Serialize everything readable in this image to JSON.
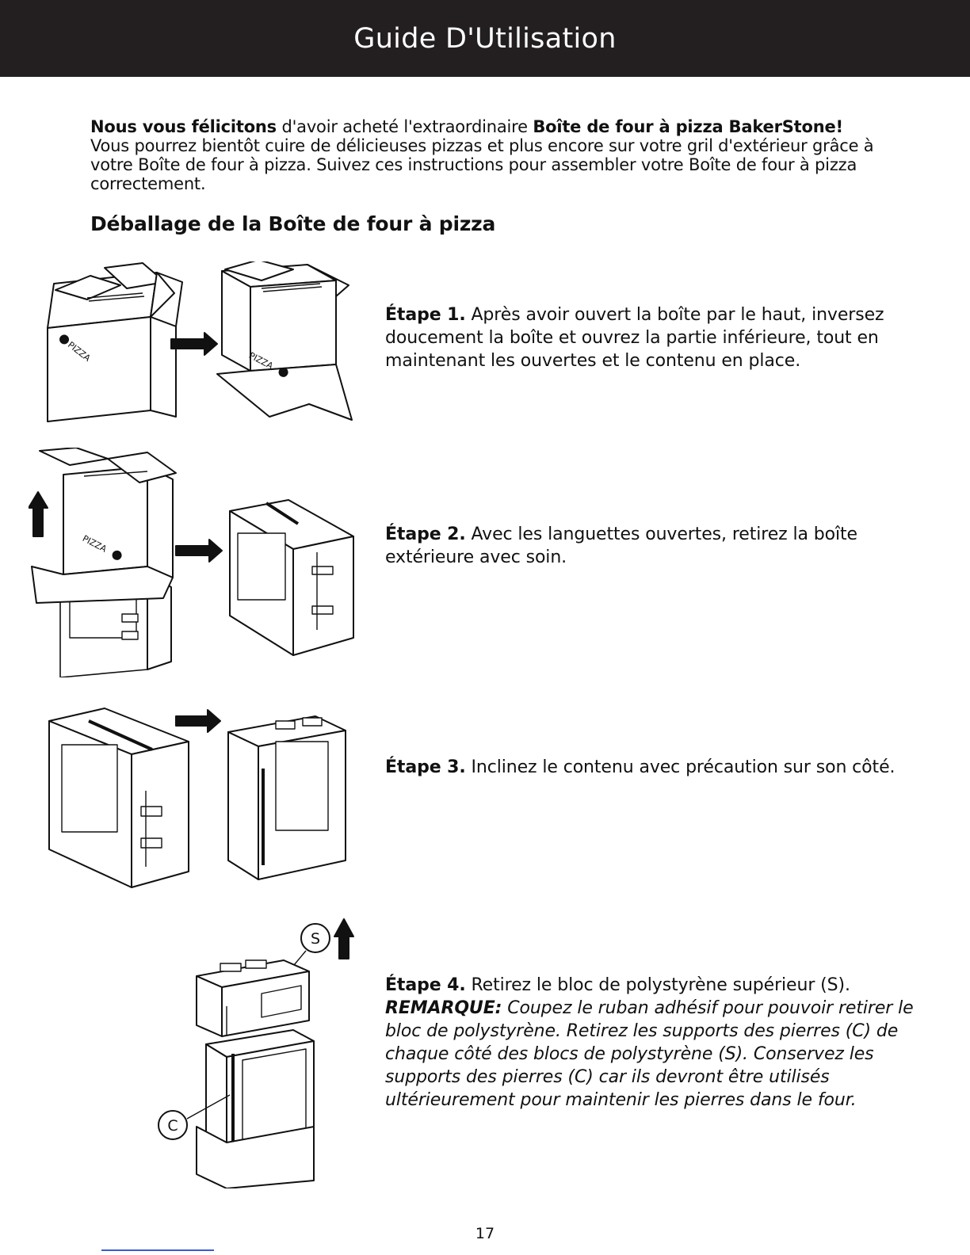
{
  "header": {
    "title": "Guide D'Utilisation"
  },
  "intro": {
    "bold_start": "Nous vous félicitons",
    "text_1": " d'avoir acheté l'extraordinaire ",
    "bold_product": "Boîte de four à pizza BakerStone!",
    "text_2": "Vous pourrez bientôt cuire de délicieuses pizzas et plus encore sur votre gril d'extérieur grâce à votre Boîte de four à pizza. Suivez ces instructions pour assembler votre Boîte de four à pizza correctement."
  },
  "section": {
    "title": "Déballage de la Boîte de four à pizza"
  },
  "steps": [
    {
      "label": "Étape 1.",
      "text": " Après avoir ouvert la boîte par le haut, inversez doucement la boîte et ouvrez la partie inférieure, tout en maintenant les ouvertes et le contenu en place."
    },
    {
      "label": "Étape 2.",
      "text": " Avec les languettes ouvertes, retirez la boîte extérieure avec soin."
    },
    {
      "label": "Étape 3.",
      "text": " Inclinez le contenu avec précaution sur son côté."
    },
    {
      "label": "Étape 4.",
      "text": " Retirez le bloc de polystyrène supérieur (S).",
      "note_label": "REMARQUE:",
      "note_text": " Coupez le ruban adhésif pour pouvoir retirer le bloc de polystyrène. Retirez les supports des pierres (C) de chaque côté des blocs de polystyrène (S). Conservez les supports des pierres (C) car ils devront être utilisés ultérieurement pour maintenir les pierres dans le four."
    }
  ],
  "callouts": {
    "top": "S",
    "side": "C"
  },
  "box_logo": "PIZZA",
  "icons": {
    "arrow_right": "arrow-right-icon",
    "arrow_up": "arrow-up-icon"
  },
  "footer": {
    "page_number": "17"
  },
  "colors": {
    "header_bg": "#231f20",
    "header_text": "#ffffff",
    "footer_rule": "#3b5bd6"
  }
}
